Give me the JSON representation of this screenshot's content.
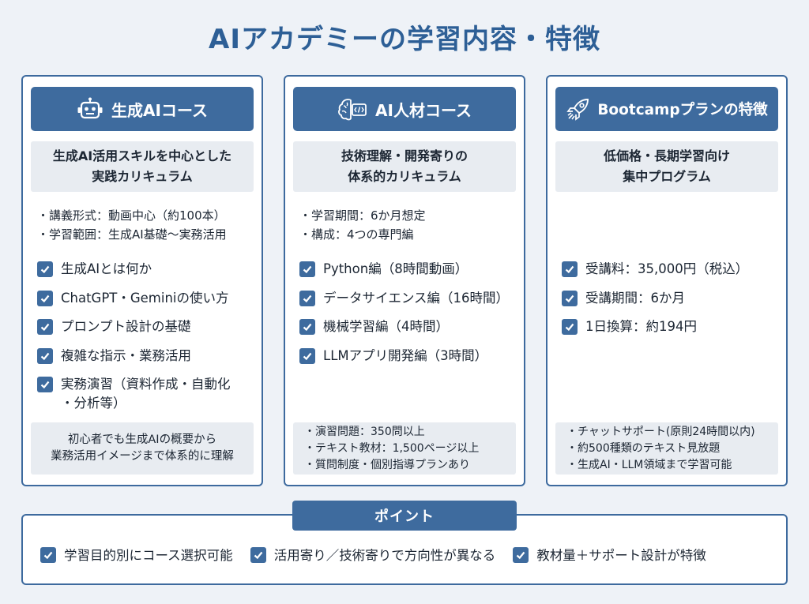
{
  "title": "AIアカデミーの学習内容・特徴",
  "cards": [
    {
      "header": "生成AIコース",
      "icon": "robot-icon",
      "subtitle": [
        "生成AI活用スキルを中心とした",
        "実践カリキュラム"
      ],
      "bullets": [
        "・講義形式：動画中心（約100本）",
        "・学習範囲：生成AI基礎〜実務活用"
      ],
      "checks": [
        "生成AIとは何か",
        "ChatGPT・Geminiの使い方",
        "プロンプト設計の基礎",
        "複雑な指示・業務活用",
        "実務演習（資料作成・自動化\n・分析等）"
      ],
      "bottom": [
        "初心者でも生成AIの概要から",
        "業務活用イメージまで体系的に理解"
      ]
    },
    {
      "header": "AI人材コース",
      "icon": "brain-code-icon",
      "subtitle": [
        "技術理解・開発寄りの",
        "体系的カリキュラム"
      ],
      "bullets": [
        "・学習期間：6か月想定",
        "・構成：4つの専門編"
      ],
      "checks": [
        "Python編（8時間動画）",
        "データサイエンス編（16時間）",
        "機械学習編（4時間）",
        "LLMアプリ開発編（3時間）"
      ],
      "bottom": [
        "・演習問題：350問以上",
        "・テキスト教材：1,500ページ以上",
        "・質問制度・個別指導プランあり"
      ]
    },
    {
      "header": "Bootcampプランの特徴",
      "icon": "rocket-icon",
      "subtitle": [
        "低価格・長期学習向け",
        "集中プログラム"
      ],
      "bullets": [],
      "checks": [
        "受講料：35,000円（税込）",
        "受講期間：6か月",
        "1日換算：約194円"
      ],
      "bottom": [
        "・チャットサポート(原則24時間以内)",
        "・約500種類のテキスト見放題",
        "・生成AI・LLM領域まで学習可能"
      ]
    }
  ],
  "points": {
    "header": "ポイント",
    "items": [
      "学習目的別にコース選択可能",
      "活用寄り／技術寄りで方向性が異なる",
      "教材量＋サポート設計が特徴"
    ]
  },
  "colors": {
    "accent": "#3e6b9e",
    "title": "#2d5f96",
    "panel": "#e8ecf1",
    "background": "#eef2f7"
  }
}
